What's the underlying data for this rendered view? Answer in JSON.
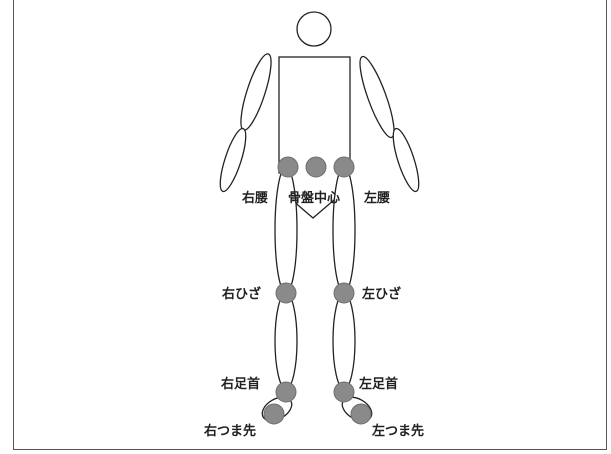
{
  "diagram": {
    "labels": {
      "right_waist": "右腰",
      "pelvis_center": "骨盤中心",
      "left_waist": "左腰",
      "right_knee": "右ひざ",
      "left_knee": "左ひざ",
      "right_ankle": "右足首",
      "left_ankle": "左足首",
      "right_toe": "右つま先",
      "left_toe": "左つま先"
    },
    "colors": {
      "joint_fill": "#8a8a8a",
      "outline": "#222222",
      "background": "#ffffff"
    }
  }
}
